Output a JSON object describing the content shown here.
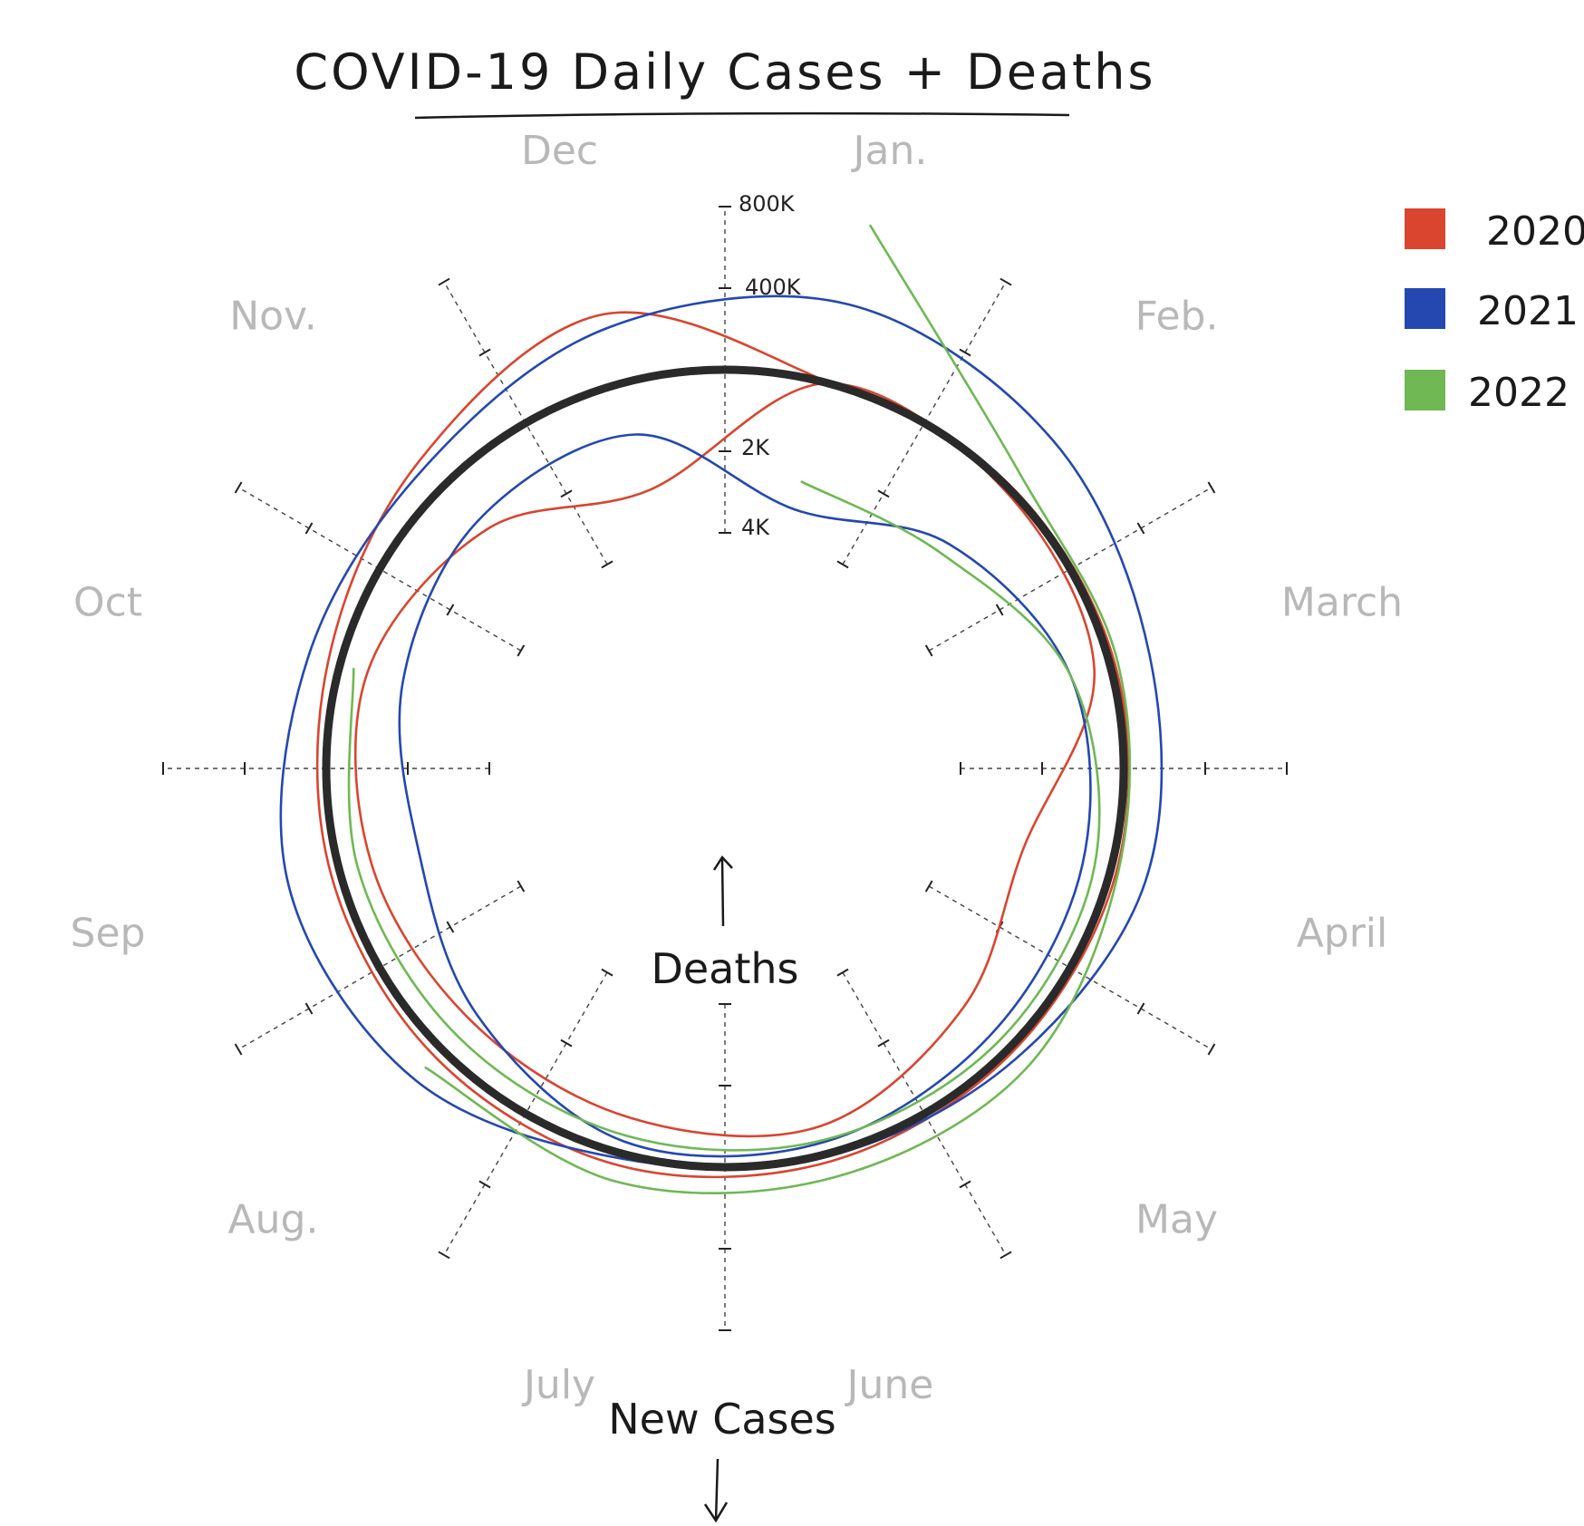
{
  "chart_data": {
    "type": "radial line",
    "title": "COVID-19 Daily Cases + Deaths",
    "months": [
      "Jan.",
      "Feb.",
      "March",
      "April",
      "May",
      "June",
      "July",
      "Aug.",
      "Sep",
      "Oct",
      "Nov.",
      "Dec"
    ],
    "direction_labels": {
      "inward": "Deaths",
      "outward": "New Cases"
    },
    "axis": {
      "cases_tick_labels": [
        "400K",
        "800K"
      ],
      "cases_ticks": [
        400000,
        800000
      ],
      "deaths_tick_labels": [
        "2K",
        "4K"
      ],
      "deaths_ticks": [
        2000,
        4000
      ]
    },
    "legend": [
      {
        "label": "2020",
        "color": "#d9452f"
      },
      {
        "label": "2021",
        "color": "#2448b0"
      },
      {
        "label": "2022",
        "color": "#6fb853"
      }
    ],
    "series": [
      {
        "name": "2020",
        "color": "#d9452f",
        "measure": "new_cases",
        "months": [
          "Jan.",
          "Feb.",
          "March",
          "April",
          "May",
          "June",
          "July",
          "Aug.",
          "Sep",
          "Oct",
          "Nov.",
          "Dec"
        ],
        "values": [
          5000,
          15000,
          25000,
          30000,
          25000,
          40000,
          60000,
          50000,
          45000,
          60000,
          170000,
          350000
        ]
      },
      {
        "name": "2021",
        "color": "#2448b0",
        "measure": "new_cases",
        "months": [
          "Jan.",
          "Feb.",
          "March",
          "April",
          "May",
          "June",
          "July",
          "Aug.",
          "Sep",
          "Oct",
          "Nov.",
          "Dec"
        ],
        "values": [
          400000,
          320000,
          200000,
          180000,
          60000,
          12000,
          25000,
          200000,
          260000,
          160000,
          130000,
          280000
        ]
      },
      {
        "name": "2022",
        "color": "#6fb853",
        "measure": "new_cases",
        "months": [
          "Jan.",
          "Feb.",
          "March",
          "April",
          "May",
          "June",
          "July",
          "Aug.",
          "Sep",
          "Oct",
          "Nov.",
          "Dec"
        ],
        "values": [
          800000,
          90000,
          40000,
          40000,
          130000,
          120000,
          140000,
          120000
        ]
      },
      {
        "name": "2020",
        "color": "#d9452f",
        "measure": "deaths",
        "months": [
          "Jan.",
          "Feb.",
          "March",
          "April",
          "May",
          "June",
          "July",
          "Aug.",
          "Sep",
          "Oct",
          "Nov.",
          "Dec"
        ],
        "values": [
          0,
          100,
          400,
          2200,
          1500,
          700,
          900,
          1000,
          800,
          700,
          1500,
          2700
        ]
      },
      {
        "name": "2021",
        "color": "#2448b0",
        "measure": "deaths",
        "months": [
          "Jan.",
          "Feb.",
          "March",
          "April",
          "May",
          "June",
          "July",
          "Aug.",
          "Sep",
          "Oct",
          "Nov.",
          "Dec"
        ],
        "values": [
          3200,
          2000,
          1000,
          700,
          550,
          300,
          300,
          1200,
          2000,
          1600,
          1200,
          1300
        ]
      },
      {
        "name": "2022",
        "color": "#6fb853",
        "measure": "deaths",
        "months": [
          "Jan.",
          "Feb.",
          "March",
          "April",
          "May",
          "June",
          "July",
          "Aug.",
          "Sep",
          "Oct",
          "Nov.",
          "Dec"
        ],
        "values": [
          2500,
          2300,
          1000,
          400,
          300,
          350,
          450,
          500,
          450,
          350
        ]
      }
    ]
  }
}
